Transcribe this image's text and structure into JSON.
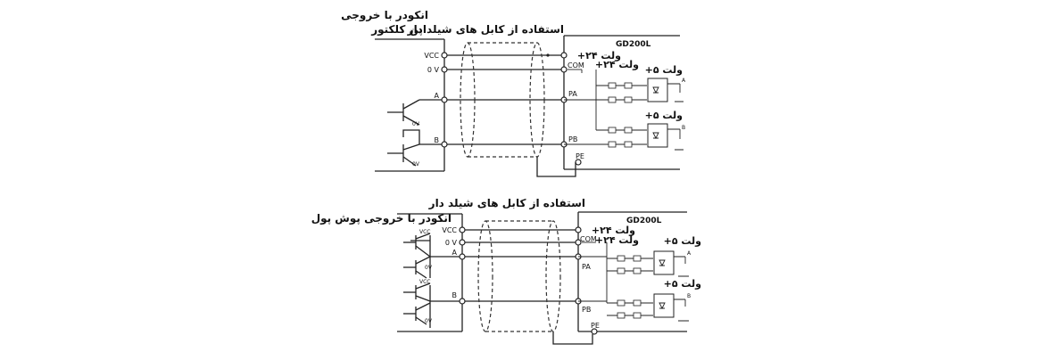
{
  "diagram1": {
    "encoder_title_line1": "انکودر با خروجی",
    "encoder_title_line2": "اپن کلکتور",
    "cable_caption": "استفاده از کابل های شیلد دار",
    "drive_label": "GD200L",
    "terminals": {
      "vcc": "VCC",
      "zero_v": "0 V",
      "a": "A",
      "b": "B"
    },
    "drive_terminals": {
      "com": "COM",
      "pa": "PA",
      "pb": "PB",
      "pe": "PE"
    },
    "supply_24_top": "+۲۴ ولت",
    "supply_24_com": "+۲۴ ولت",
    "supply_5_a": "+۵ ولت",
    "supply_5_b": "+۵ ولت",
    "output_a": "A",
    "output_b": "B",
    "transistor_label_1": "0V",
    "transistor_label_2": "0V"
  },
  "diagram2": {
    "encoder_title": "انکودر با خروجی پوش پول",
    "cable_caption": "استفاده از کابل های شیلد دار",
    "drive_label": "GD200L",
    "terminals": {
      "vcc": "VCC",
      "zero_v": "0 V",
      "a": "A",
      "b": "B"
    },
    "drive_terminals": {
      "com": "COM",
      "pa": "PA",
      "pb": "PB",
      "pe": "PE"
    },
    "supply_24_top": "+۲۴ ولت",
    "supply_24_com": "+۲۴ ولت",
    "supply_5_a": "+۵ ولت",
    "supply_5_b": "+۵ ولت",
    "output_a": "A",
    "output_b": "B",
    "transistor_vcc_1": "VCC",
    "transistor_vcc_2": "VCC",
    "transistor_label_1": "0V",
    "transistor_label_2": "0V"
  }
}
